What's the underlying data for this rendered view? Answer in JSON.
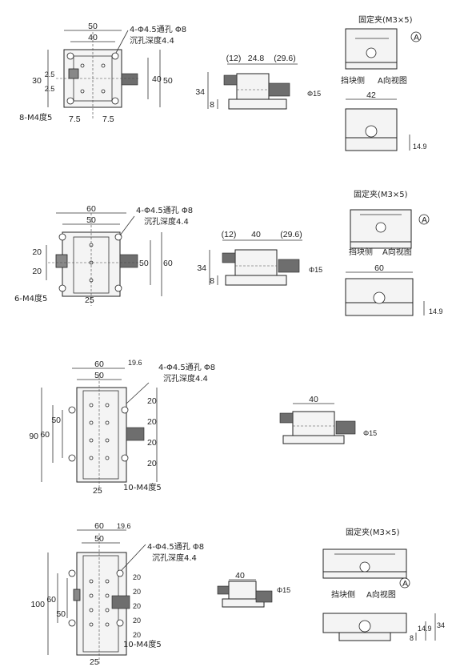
{
  "colors": {
    "line": "#222222",
    "background": "#ffffff",
    "knob": "#6e6e6e"
  },
  "views": [
    {
      "id": "stage-40",
      "top": {
        "w_outer": "50",
        "w_inner": "40",
        "h_outer": "30",
        "h_a": "2.5",
        "h_b": "2.5",
        "right_a": "40",
        "right_b": "50",
        "thread": "8-M4度5",
        "bottom_a": "7.5",
        "bottom_b": "7.5",
        "hole_note_1": "4-Φ4.5通孔 Φ8",
        "hole_note_2": "沉孔深度4.4"
      },
      "side": {
        "d1": "(12)",
        "d2": "24.8",
        "d3": "(29.6)",
        "h": "34",
        "base": "8",
        "dia": "Φ15"
      },
      "end": {
        "clamp": "固定夹(M3×5)",
        "circle": "A",
        "caption_1": "挡块侧",
        "caption_2": "A向视图",
        "width": "42",
        "height": "14.9"
      }
    },
    {
      "id": "stage-50",
      "top": {
        "w_outer": "60",
        "w_inner": "50",
        "left_a": "20",
        "left_b": "20",
        "right_a": "50",
        "right_b": "60",
        "thread": "6-M4度5",
        "bottom": "25",
        "hole_note_1": "4-Φ4.5通孔 Φ8",
        "hole_note_2": "沉孔深度4.4"
      },
      "side": {
        "d1": "(12)",
        "d2": "40",
        "d3": "(29.6)",
        "h": "34",
        "base": "8",
        "dia": "Φ15"
      },
      "end": {
        "clamp": "固定夹(M3×5)",
        "circle": "A",
        "caption_1": "挡块侧",
        "caption_2": "A向视图",
        "width": "60",
        "height": "14.9"
      }
    },
    {
      "id": "stage-90",
      "top": {
        "w_outer": "60",
        "w_inner": "50",
        "offset": "19.6",
        "left_outer": "90",
        "left_a": "60",
        "left_b": "50",
        "r1": "20",
        "r2": "20",
        "r3": "20",
        "r4": "20",
        "bottom": "25",
        "thread": "10-M4度5",
        "hole_note_1": "4-Φ4.5通孔 Φ8",
        "hole_note_2": "沉孔深度4.4"
      },
      "side": {
        "w": "40",
        "dia": "Φ15"
      }
    },
    {
      "id": "stage-100",
      "top": {
        "w_outer": "60",
        "w_inner": "50",
        "offset": "19.6",
        "left_outer": "100",
        "left_a": "60",
        "left_b": "50",
        "r1": "20",
        "r2": "20",
        "r3": "20",
        "r4": "20",
        "r5": "20",
        "bottom": "25",
        "thread": "10-M4度5",
        "hole_note_1": "4-Φ4.5通孔 Φ8",
        "hole_note_2": "沉孔深度4.4"
      },
      "side": {
        "w": "40",
        "dia": "Φ15"
      },
      "end": {
        "clamp": "固定夹(M3×5)",
        "circle": "A",
        "caption_1": "挡块侧",
        "caption_2": "A向视图",
        "h1": "8",
        "h2": "14.9",
        "h3": "34"
      }
    }
  ]
}
